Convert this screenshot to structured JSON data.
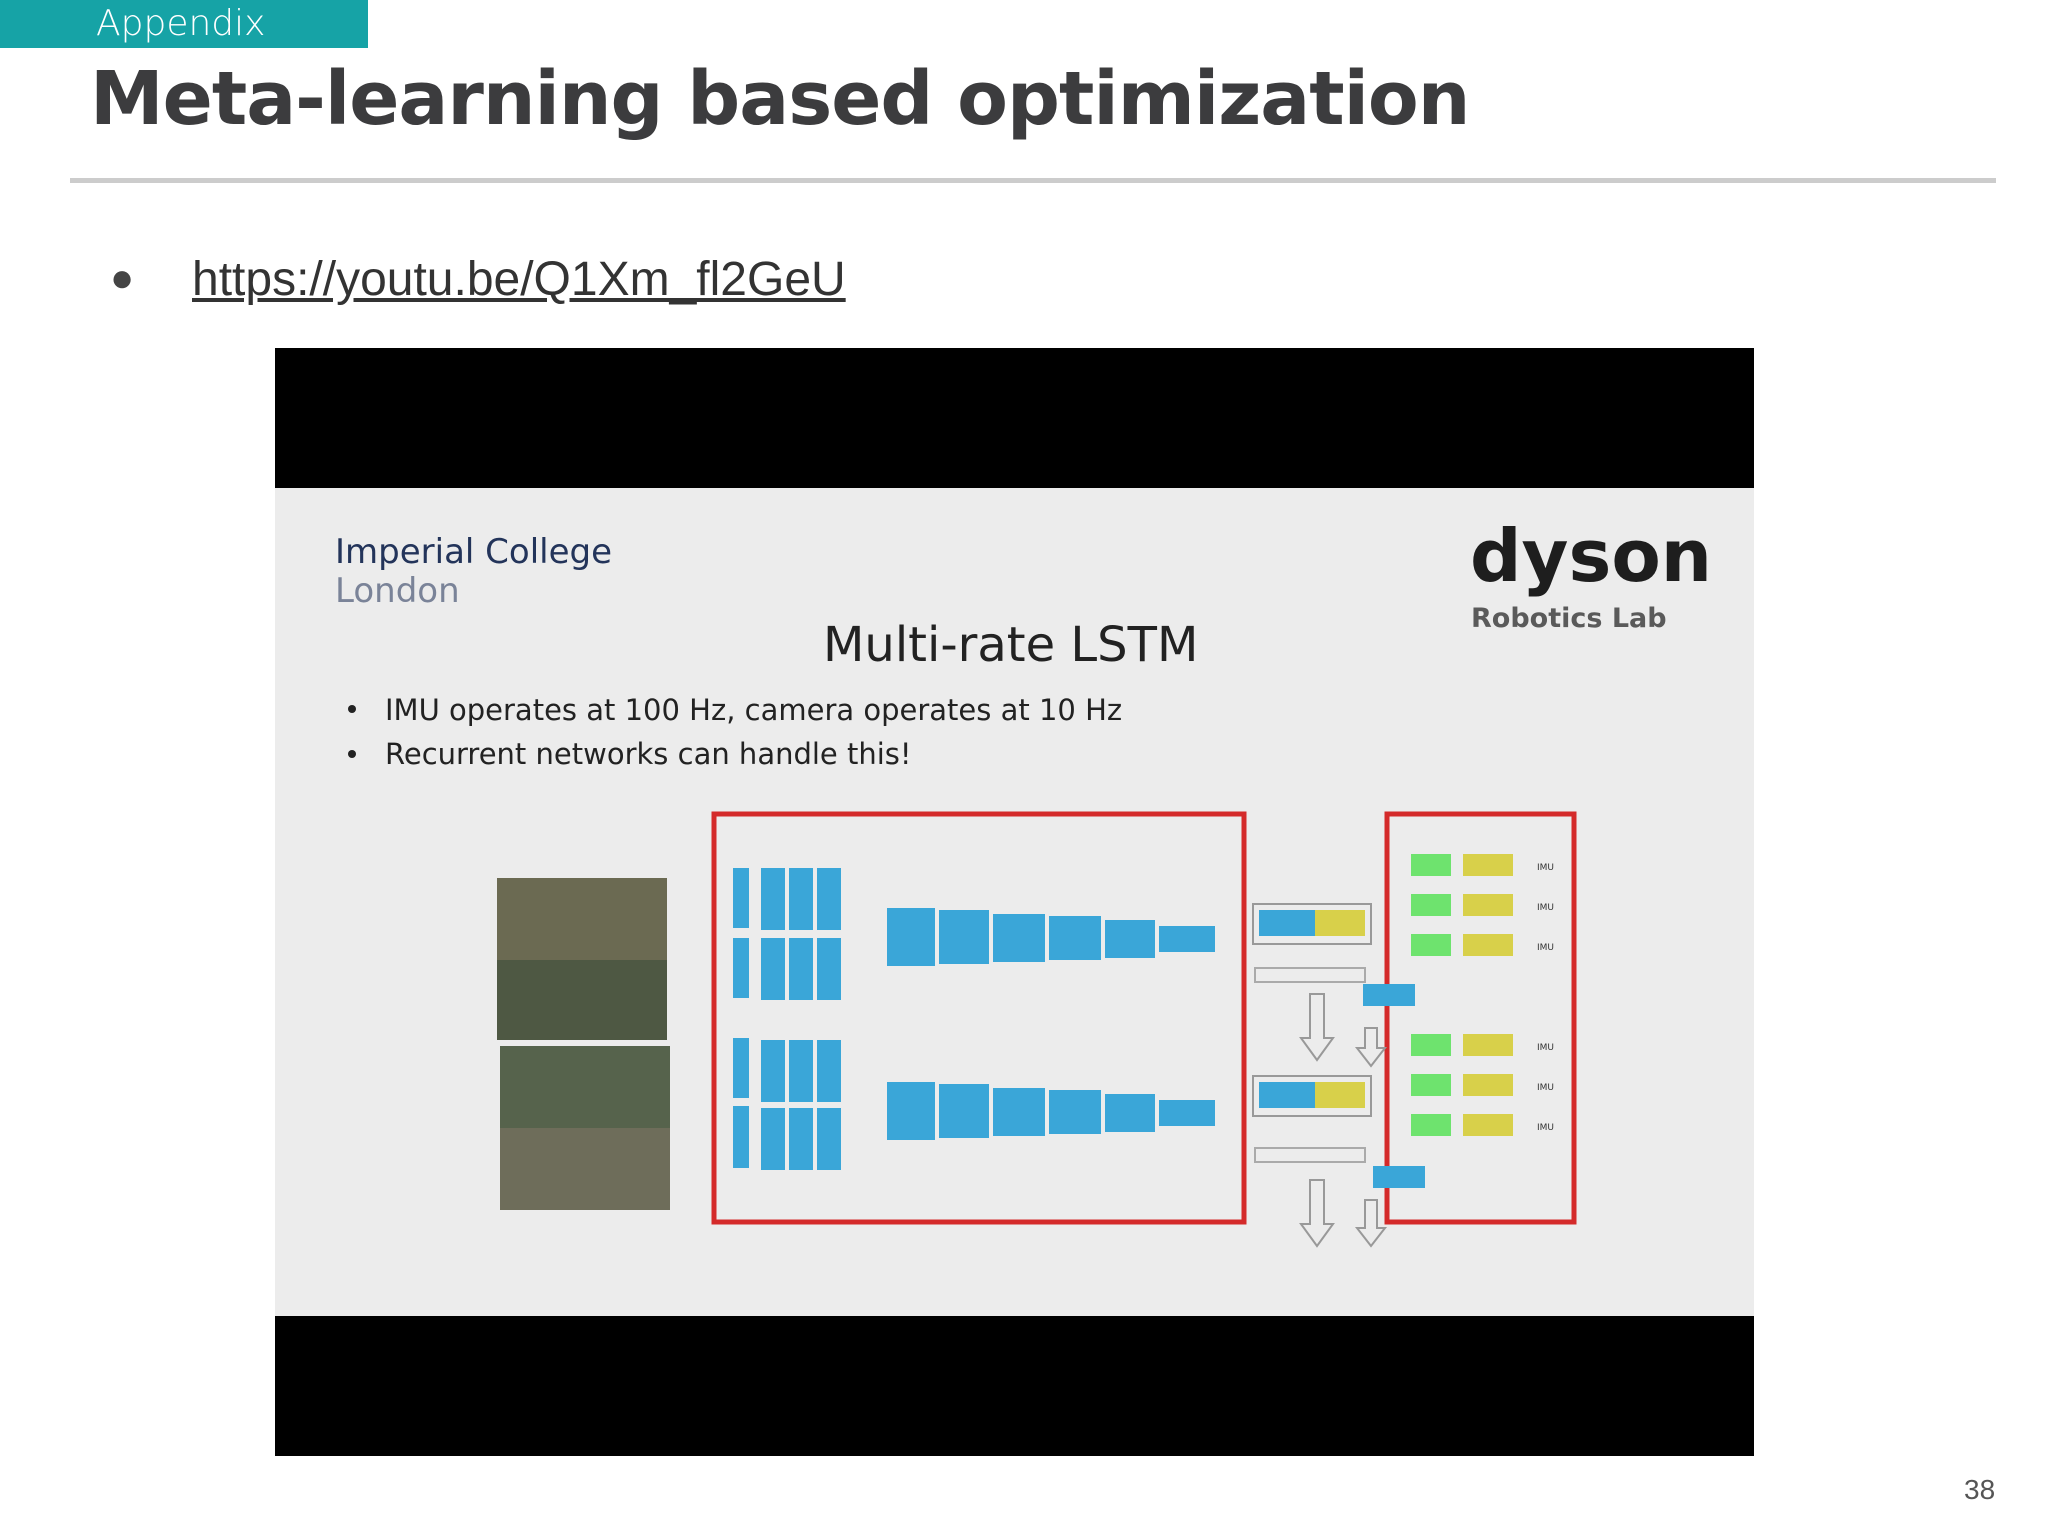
{
  "section_tag": "Appendix",
  "title": "Meta-learning based optimization",
  "bullets": [
    {
      "link": "https://youtu.be/Q1Xm_fl2GeU"
    }
  ],
  "video": {
    "college_line1": "Imperial College",
    "college_line2": "London",
    "brand": "dyson",
    "brand_sub": "Robotics Lab",
    "slide_title": "Multi-rate LSTM",
    "slide_bullets": [
      "IMU operates at 100 Hz, camera operates at 10 Hz",
      "Recurrent networks can handle this!"
    ],
    "imu_labels": [
      "IMU",
      "IMU",
      "IMU",
      "IMU",
      "IMU",
      "IMU"
    ]
  },
  "page_number": "38",
  "colors": {
    "tag_bg": "#16a3a6",
    "title": "#3c3c3e",
    "rule": "#cccccc",
    "conv_blue": "#3aa6d8",
    "lstm_green": "#6ee36e",
    "lstm_yellow": "#d8d04a",
    "box_red": "#d42a2a"
  }
}
